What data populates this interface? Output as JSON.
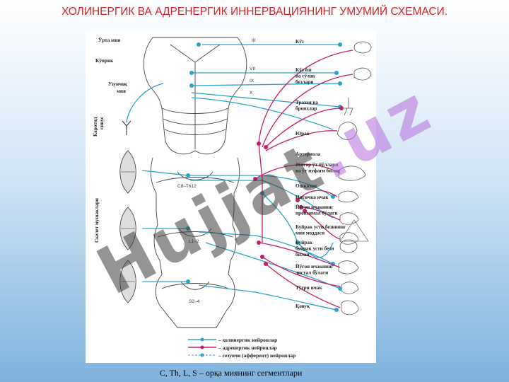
{
  "title": "ХОЛИНЕРГИК ВА АДРЕНЕРГИК ИННЕРВАЦИЯНИНГ УМУМИЙ СХЕМАСИ.",
  "left_labels": [
    "Ўрта мия",
    "Кўприк",
    "Узунчоқ",
    "мия"
  ],
  "vertical_labels": [
    "Каротид",
    "синус",
    "Скелет мушаклари"
  ],
  "nerve_labels": [
    "III",
    "VII",
    "IX",
    "X"
  ],
  "segment_labels": [
    "C8–Th12",
    "L1–2",
    "S2–4"
  ],
  "organ_labels": [
    [
      "Кўз"
    ],
    [
      "Кўз ёш",
      "ва сўлак",
      "безлари"
    ],
    [
      "Трахея ва",
      "бронхлар"
    ],
    [
      "Юрак"
    ],
    [
      "Артериола"
    ],
    [
      "Жигар ўт йўллари",
      "ва ўт пуфаги билан"
    ],
    [
      "Ошқозон"
    ],
    [
      "Ингичка ичак"
    ],
    [
      "Йўғон ичакнинг",
      "проксимал бўлаги"
    ],
    [
      "Буйрак усти безининг",
      "мия моддаси"
    ],
    [
      "Буйрак",
      "буйрак усти бези",
      "билан"
    ],
    [
      "Йўғон ичакнинг",
      "дистал бўлаги"
    ],
    [
      "Тўғри ичак"
    ],
    [
      "Қовуқ"
    ]
  ],
  "legend": [
    {
      "label": "– холинергик нейронлар",
      "color": "#2aa3c4"
    },
    {
      "label": "– адренергик нейронлар",
      "color": "#c21d6b"
    },
    {
      "label": "– сезувчи (афферент) нейронлар",
      "color": "#2aa3c4"
    }
  ],
  "watermark": {
    "text": "Hujjat",
    "num": ".uz"
  },
  "caption": "C, Th, L, S – орқа миянинг сегментлари"
}
